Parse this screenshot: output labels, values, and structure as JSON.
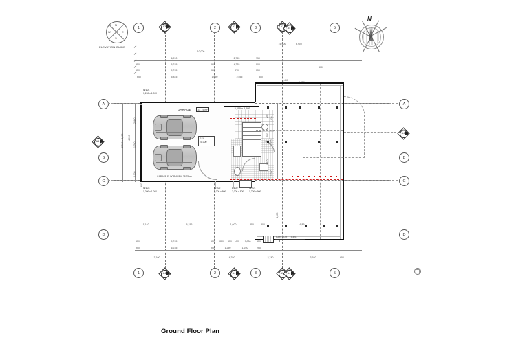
{
  "sheet": {
    "title": "Ground Floor Plan",
    "north_label": "N",
    "elevation_guide": {
      "caption": "ELEVATION GUIDE",
      "n": "N",
      "s": "S",
      "e": "E",
      "w": "W"
    }
  },
  "grid": {
    "columns": [
      "1",
      "2",
      "3",
      "5"
    ],
    "rows": [
      "A",
      "B",
      "C",
      "D"
    ]
  },
  "section_markers": [
    {
      "id": "m1",
      "top": "01",
      "bottom": "A3"
    },
    {
      "id": "m2",
      "top": "02",
      "bottom": "A3"
    },
    {
      "id": "m3",
      "top": "03",
      "bottom": "A3"
    },
    {
      "id": "m4",
      "top": "01",
      "bottom": "A4"
    },
    {
      "id": "m5",
      "top": "02",
      "bottom": "A4"
    },
    {
      "id": "m6",
      "top": "03",
      "bottom": "A4"
    },
    {
      "id": "m7",
      "top": "04",
      "bottom": "A4"
    },
    {
      "id": "m8",
      "top": "05",
      "bottom": "A4"
    }
  ],
  "rooms": {
    "garage_label": "GARAGE",
    "garage_area_box": "37.75 m²",
    "garage_floor_area_note": "GARAGE FLOOR AREA: 38.75 m²",
    "ffl_label": "F.F.L",
    "ffl_value": "±0.000",
    "carport_tiles_note": "CAR PORT TILES",
    "opening_dim": "2,200 x 2,000"
  },
  "openings": [
    {
      "tag": "W104",
      "size": "1,200 x 1,000"
    },
    {
      "tag": "W103",
      "size": "1,200 x 1,000"
    },
    {
      "tag": "W102",
      "size": "2,000 x 800"
    },
    {
      "tag": "D102",
      "size": "2,000 x 800"
    },
    {
      "tag": "W101",
      "size": "1,200 x 900"
    }
  ],
  "dimensions": {
    "top_row_overall": "16,900",
    "top_row_2": "10,000",
    "top_row_3": [
      "6,990",
      "2,755",
      "950"
    ],
    "top_row_4": [
      "950",
      "6,235",
      "900",
      "4,235",
      "900"
    ],
    "top_row_5": [
      "950",
      "6,235",
      "950",
      "870",
      "950"
    ],
    "top_row_6": [
      "650",
      "5,845",
      "1,050",
      "2,555",
      "800"
    ],
    "top_right": [
      "6,900",
      "4,450",
      "400",
      "3,350"
    ],
    "left_col": [
      "650",
      "4,000",
      "3,400",
      "650"
    ],
    "left_col_inner": [
      "2,400",
      "1,700",
      "2,300"
    ],
    "left_overall": "2,500 x 4,000",
    "left_mid": "4,000",
    "bottom_row_1": [
      "1,140",
      "6,156",
      "1,600",
      "850",
      "300",
      "6,891"
    ],
    "bottom_row_2": [
      "950",
      "6,235",
      "950",
      "890",
      "950",
      "440",
      "1,630",
      "950"
    ],
    "bottom_row_3": [
      "950",
      "6,235",
      "950",
      "1,250",
      "1,250",
      "950"
    ],
    "bottom_row_4": [
      "3,100",
      "4,250",
      "2,740",
      "3,680",
      "650"
    ],
    "right_col": [
      "1,200",
      "1,200",
      "1,200",
      "4,600"
    ],
    "right_inner": [
      "250",
      "600",
      "1,170"
    ]
  },
  "colors": {
    "line": "#8a8a8a",
    "wall": "#111111",
    "accent_red": "#cc1a1a",
    "text": "#1a1a1a"
  }
}
